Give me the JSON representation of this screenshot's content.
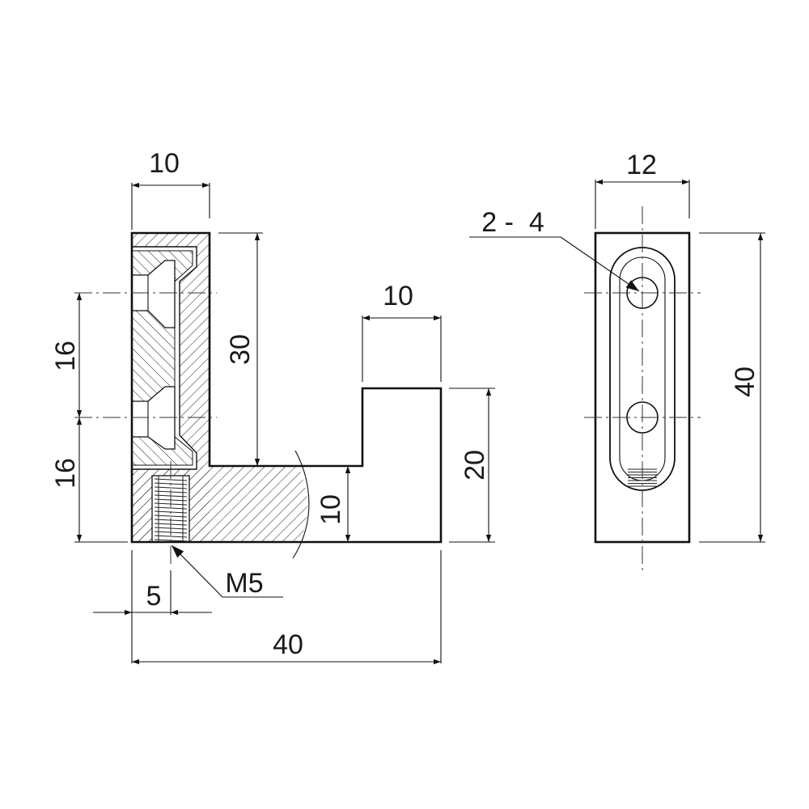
{
  "front_view": {
    "dim_top_width": "10",
    "dim_hole_spacing_upper": "16",
    "dim_hole_spacing_lower": "16",
    "dim_arm_height": "30",
    "dim_upright_width": "10",
    "dim_upright_height": "20",
    "dim_base_thickness": "10",
    "dim_thread_offset": "5",
    "dim_total_length": "40",
    "thread_label": "M5"
  },
  "side_view": {
    "dim_width": "12",
    "dim_height": "40",
    "hole_callout": "2 -  4"
  }
}
